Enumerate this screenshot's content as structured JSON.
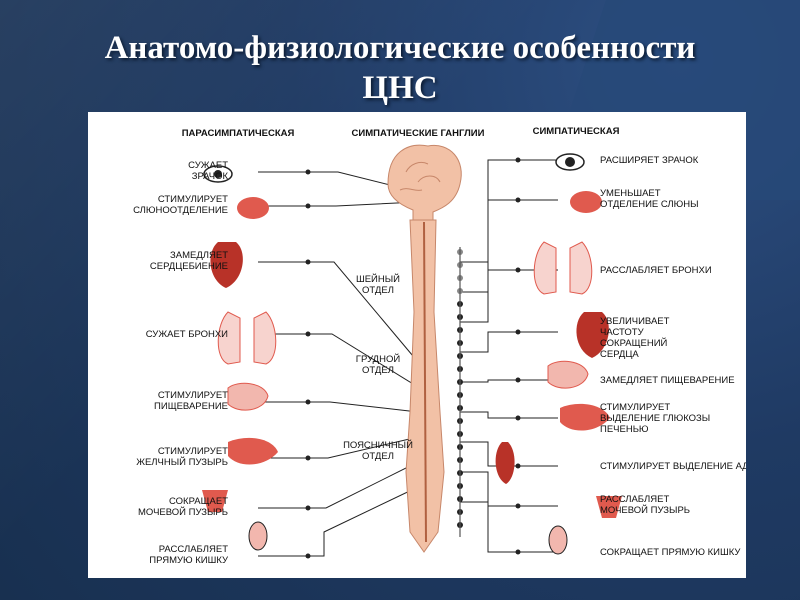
{
  "title": {
    "line1": "Анатомо-физиологические особенности",
    "line2": "ЦНС"
  },
  "diagram": {
    "headers": {
      "parasympathetic": "ПАРАСИМПАТИЧЕСКАЯ",
      "ganglia": "СИМПАТИЧЕСКИЕ ГАНГЛИИ",
      "sympathetic": "СИМПАТИЧЕСКАЯ"
    },
    "spine_sections": [
      [
        "ШЕЙНЫЙ",
        "ОТДЕЛ"
      ],
      [
        "ГРУДНОЙ",
        "ОТДЕЛ"
      ],
      [
        "ПОЯСНИЧНЫЙ",
        "ОТДЕЛ"
      ]
    ],
    "left_labels": [
      [
        "СУЖАЕТ",
        "ЗРАЧОК"
      ],
      [
        "СТИМУЛИРУЕТ",
        "СЛЮНООТДЕЛЕНИЕ"
      ],
      [
        "ЗАМЕДЛЯЕТ",
        "СЕРДЦЕБИЕНИЕ"
      ],
      [
        "СУЖАЕТ БРОНХИ"
      ],
      [
        "СТИМУЛИРУЕТ",
        "ПИЩЕВАРЕНИЕ"
      ],
      [
        "СТИМУЛИРУЕТ",
        "ЖЕЛЧНЫЙ ПУЗЫРЬ"
      ],
      [
        "СОКРАЩАЕТ",
        "МОЧЕВОЙ ПУЗЫРЬ"
      ],
      [
        "РАССЛАБЛЯЕТ",
        "ПРЯМУЮ КИШКУ"
      ]
    ],
    "right_labels": [
      [
        "РАСШИРЯЕТ ЗРАЧОК"
      ],
      [
        "УМЕНЬШАЕТ",
        "ОТДЕЛЕНИЕ СЛЮНЫ"
      ],
      [
        "РАССЛАБЛЯЕТ БРОНХИ"
      ],
      [
        "УВЕЛИЧИВАЕТ",
        "ЧАСТОТУ",
        "СОКРАЩЕНИЙ",
        "СЕРДЦА"
      ],
      [
        "ЗАМЕДЛЯЕТ ПИЩЕВАРЕНИЕ"
      ],
      [
        "СТИМУЛИРУЕТ",
        "ВЫДЕЛЕНИЕ ГЛЮКОЗЫ",
        "ПЕЧЕНЬЮ"
      ],
      [
        "СТИМУЛИРУЕТ ВЫДЕЛЕНИЕ АДРЕНАЛИНА"
      ],
      [
        "РАССЛАБЛЯЕТ",
        "МОЧЕВОЙ ПУЗЫРЬ"
      ],
      [
        "СОКРАЩАЕТ ПРЯМУЮ КИШКУ"
      ]
    ],
    "colors": {
      "organ": "#e05a4e",
      "organ_dark": "#b83228",
      "spine": "#f2c1a6",
      "nerve": "#222222"
    }
  }
}
